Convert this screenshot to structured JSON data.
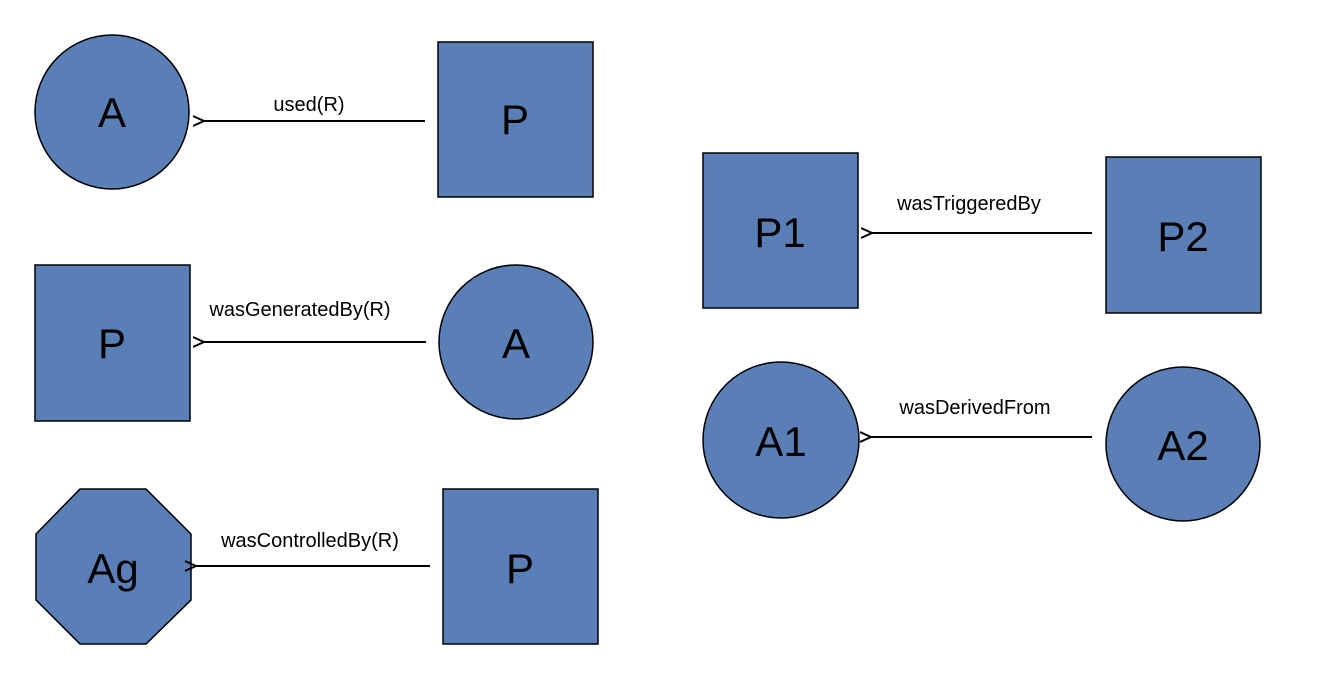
{
  "colors": {
    "node_fill": "#5a7fb7",
    "stroke": "#000000",
    "background": "#ffffff"
  },
  "relations": [
    {
      "id": "used",
      "source": {
        "shape": "circle",
        "label": "A"
      },
      "target": {
        "shape": "square",
        "label": "P"
      },
      "edge_label": "used(R)"
    },
    {
      "id": "generated",
      "source": {
        "shape": "square",
        "label": "P"
      },
      "target": {
        "shape": "circle",
        "label": "A"
      },
      "edge_label": "wasGeneratedBy(R)"
    },
    {
      "id": "controlled",
      "source": {
        "shape": "octagon",
        "label": "Ag"
      },
      "target": {
        "shape": "square",
        "label": "P"
      },
      "edge_label": "wasControlledBy(R)"
    },
    {
      "id": "triggered",
      "source": {
        "shape": "square",
        "label": "P1"
      },
      "target": {
        "shape": "square",
        "label": "P2"
      },
      "edge_label": "wasTriggeredBy"
    },
    {
      "id": "derived",
      "source": {
        "shape": "circle",
        "label": "A1"
      },
      "target": {
        "shape": "circle",
        "label": "A2"
      },
      "edge_label": "wasDerivedFrom"
    }
  ]
}
